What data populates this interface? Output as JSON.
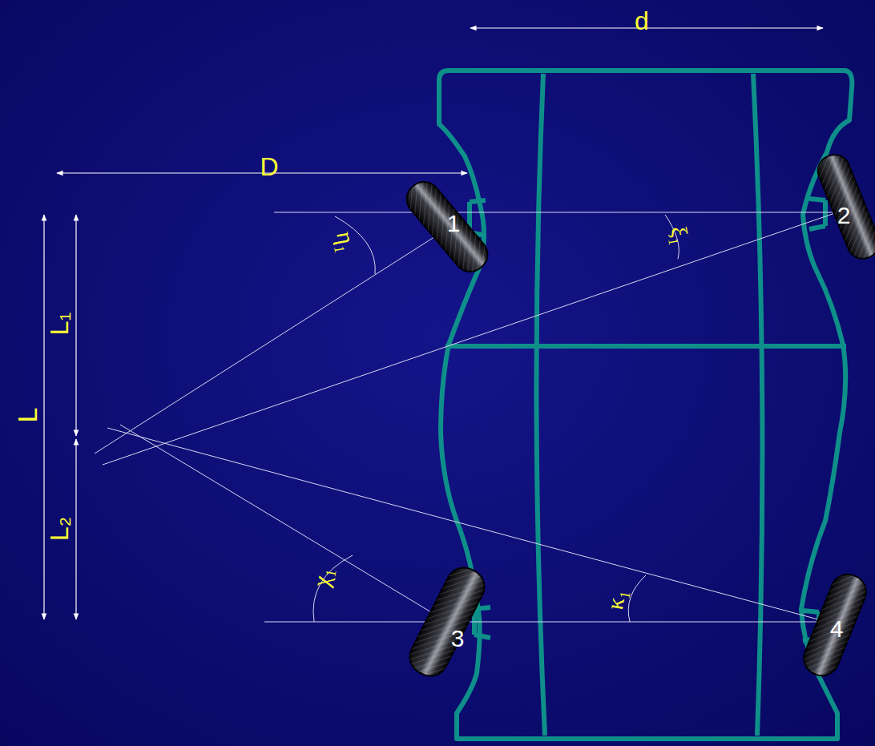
{
  "diagram": {
    "labels": [
      "d",
      "D",
      "L",
      "L₁",
      "L₂",
      "η₁",
      "ξ₁",
      "χ₁",
      "κ₁",
      "1",
      "2",
      "3",
      "4"
    ]
  }
}
